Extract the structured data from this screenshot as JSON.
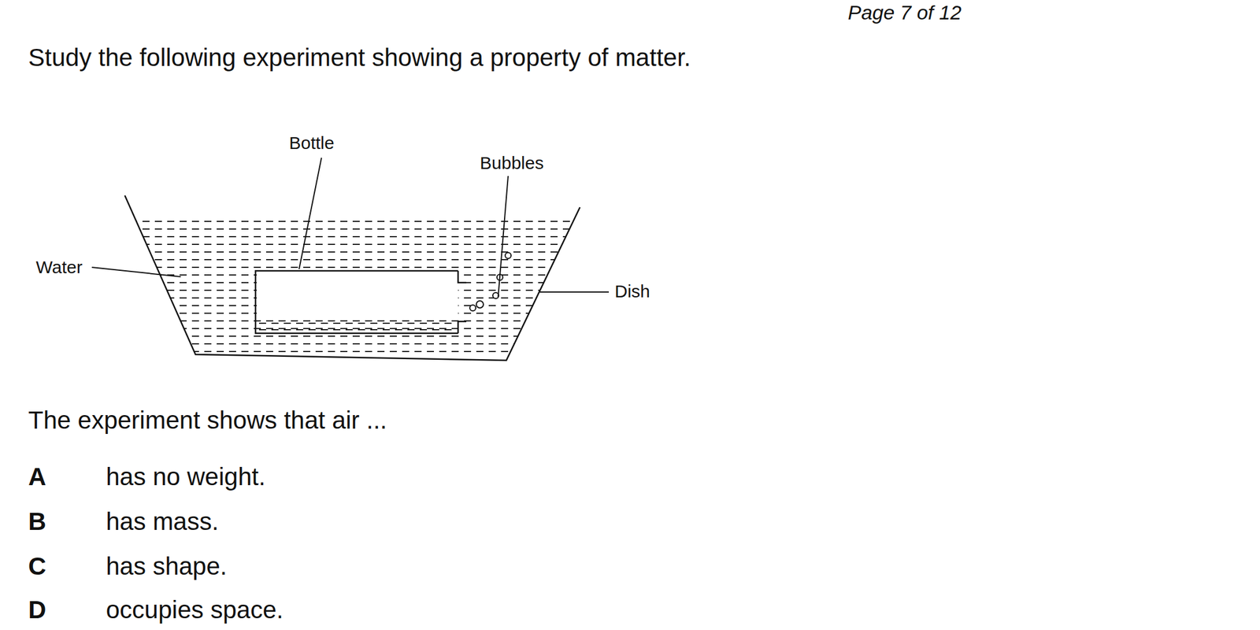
{
  "diagram": {
    "title": "Study the following experiment showing a property of matter.",
    "labels": [
      "Page 7 of 12",
      "Bottle",
      "Bubbles",
      "Water",
      "Dish",
      "The experiment shows that air ...",
      "A",
      "has no weight.",
      "B",
      "has mass.",
      "C",
      "has shape.",
      "D",
      "occupies space."
    ]
  }
}
